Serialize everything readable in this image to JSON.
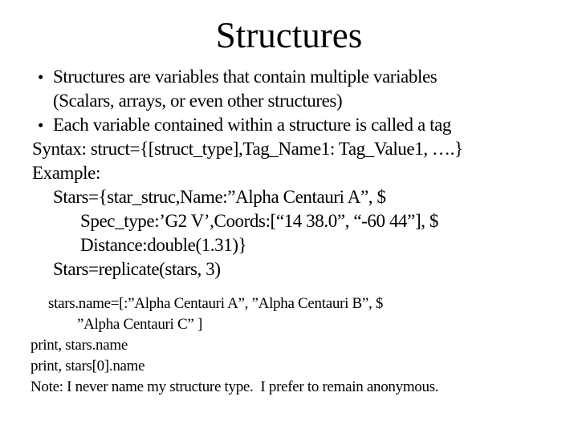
{
  "slide": {
    "background_color": "#ffffff",
    "text_color": "#000000",
    "title": "Structures",
    "bullet_glyph": "•",
    "bullets": [
      {
        "lines": [
          "Structures are variables that contain multiple variables",
          "(Scalars, arrays, or even other structures)"
        ]
      },
      {
        "lines": [
          "Each variable contained within a structure is called a tag"
        ]
      }
    ],
    "body_lines": [
      {
        "text": "Syntax: struct={[struct_type],Tag_Name1: Tag_Value1, ….}",
        "indent": 0
      },
      {
        "text": "Example:",
        "indent": 0
      },
      {
        "text": "Stars={star_struc,Name:”Alpha Centauri A”, $",
        "indent": 1
      },
      {
        "text": "Spec_type:’G2 V’,Coords:[“14 38.0”, “-60 44”], $",
        "indent": 2
      },
      {
        "text": "Distance:double(1.31)}",
        "indent": 2
      },
      {
        "text": "Stars=replicate(stars, 3)",
        "indent": 1
      }
    ],
    "code_block": [
      {
        "text": "stars.name=[:”Alpha Centauri A”, ”Alpha Centauri B”, $",
        "indent": 1
      },
      {
        "text": "”Alpha Centauri C” ]",
        "indent": 2
      },
      {
        "text": "print, stars.name",
        "indent": 0
      },
      {
        "text": "print, stars[0].name",
        "indent": 0
      },
      {
        "text": "Note: I never name my structure type.  I prefer to remain anonymous.",
        "indent": 0
      }
    ]
  }
}
